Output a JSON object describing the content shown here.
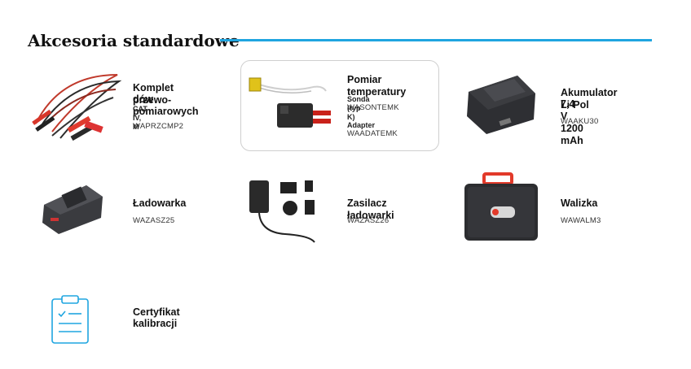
{
  "section": {
    "title": "Akcesoria standardowe"
  },
  "items": [
    {
      "name_l1": "Komplet przewo-",
      "name_l2": "dów pomiarowych",
      "spec": "CAT IV, M",
      "code": "WAPRZCMP2"
    },
    {
      "name": "Pomiar temperatury",
      "sub1_label": "Sonda (typ K)",
      "sub1_code": "WASONTEMK",
      "sub2_label": "Adapter",
      "sub2_code": "WAADATEMK"
    },
    {
      "name_l1": "Akumulator Li-Pol",
      "name_l2": "7,4 V 1200 mAh",
      "code": "WAAKU30"
    },
    {
      "name": "Ładowarka",
      "code": "WAZASZ25"
    },
    {
      "name": "Zasilacz ładowarki",
      "code": "WAZASZ26"
    },
    {
      "name": "Walizka",
      "code": "WAWALM3"
    },
    {
      "name_l1": "Certyfikat",
      "name_l2": "kalibracji"
    }
  ],
  "colors": {
    "accent": "#1fa5e0",
    "red": "#e23a2a",
    "dark": "#2c2c2c"
  },
  "icons": [
    "test-leads-image",
    "thermocouple-probe-image",
    "battery-image",
    "charger-image",
    "power-adapter-image",
    "carrying-case-image",
    "clipboard-icon"
  ]
}
